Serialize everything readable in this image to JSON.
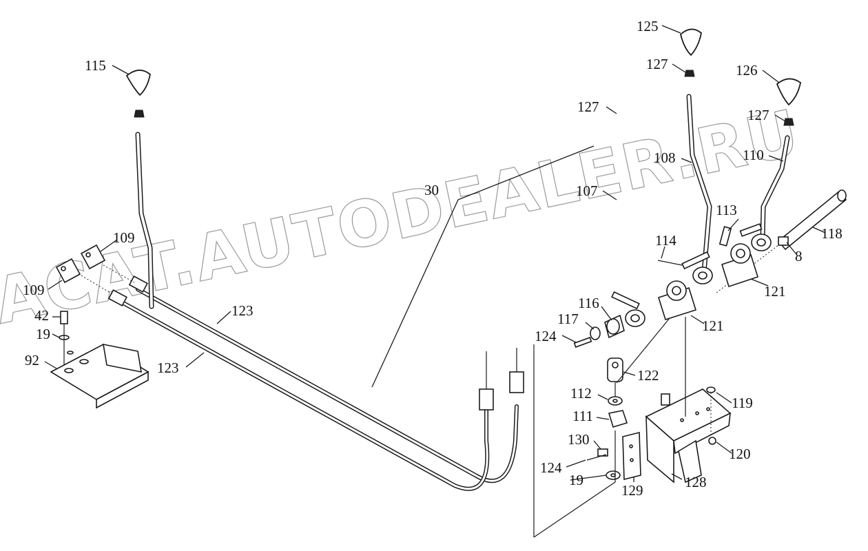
{
  "watermark": "ACAT.AUTODEALER.RU",
  "callouts": {
    "p115": "115",
    "p125": "125",
    "p126": "126",
    "p127a": "127",
    "p127b": "127",
    "p127c": "127",
    "p108": "108",
    "p110": "110",
    "p107": "107",
    "p30": "30",
    "p113": "113",
    "p118": "118",
    "p114": "114",
    "p8": "8",
    "p109a": "109",
    "p109b": "109",
    "p121a": "121",
    "p121b": "121",
    "p123a": "123",
    "p123b": "123",
    "p116": "116",
    "p117": "117",
    "p124a": "124",
    "p42": "42",
    "p19a": "19",
    "p92": "92",
    "p122": "122",
    "p112": "112",
    "p119": "119",
    "p111": "111",
    "p130": "130",
    "p120": "120",
    "p124b": "124",
    "p19b": "19",
    "p129": "129",
    "p128": "128"
  }
}
